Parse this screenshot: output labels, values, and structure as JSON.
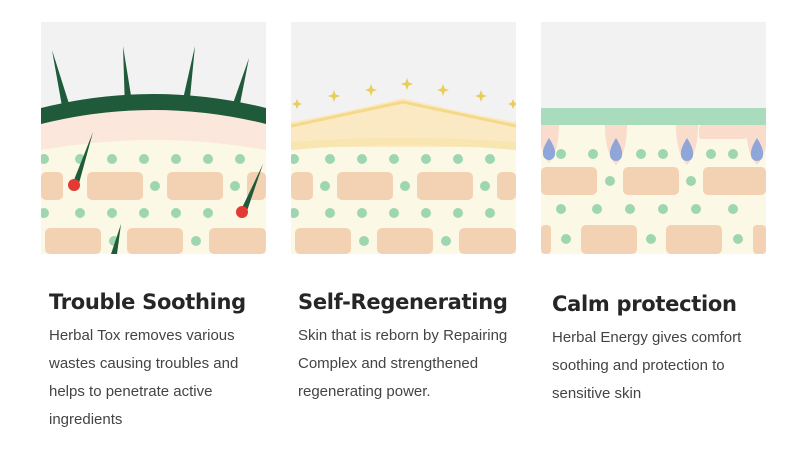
{
  "colors": {
    "panel_bg": "#f2f2f2",
    "skin_bg": "#fcf8e6",
    "cell": "#f3d2b4",
    "dot": "#9fd6b2",
    "herb_green": "#1f5a3a",
    "trouble_red": "#e53935",
    "sparkle": "#e9cd5a",
    "protect_band": "#a8dcbc",
    "droplet": "#8fa6d8",
    "heading": "#262626",
    "body_text": "#444444"
  },
  "features": [
    {
      "title": "Trouble Soothing",
      "lines": [
        "Herbal Tox removes various",
        "wastes causing troubles and",
        "helps to penetrate active",
        "ingredients"
      ]
    },
    {
      "title": "Self-Regenerating",
      "lines": [
        "Skin that is reborn by Repairing",
        "Complex and strengthened",
        "regenerating power."
      ]
    },
    {
      "title": "Calm protection",
      "lines": [
        "Herbal Energy gives comfort",
        "soothing and protection to",
        "sensitive skin"
      ]
    }
  ]
}
